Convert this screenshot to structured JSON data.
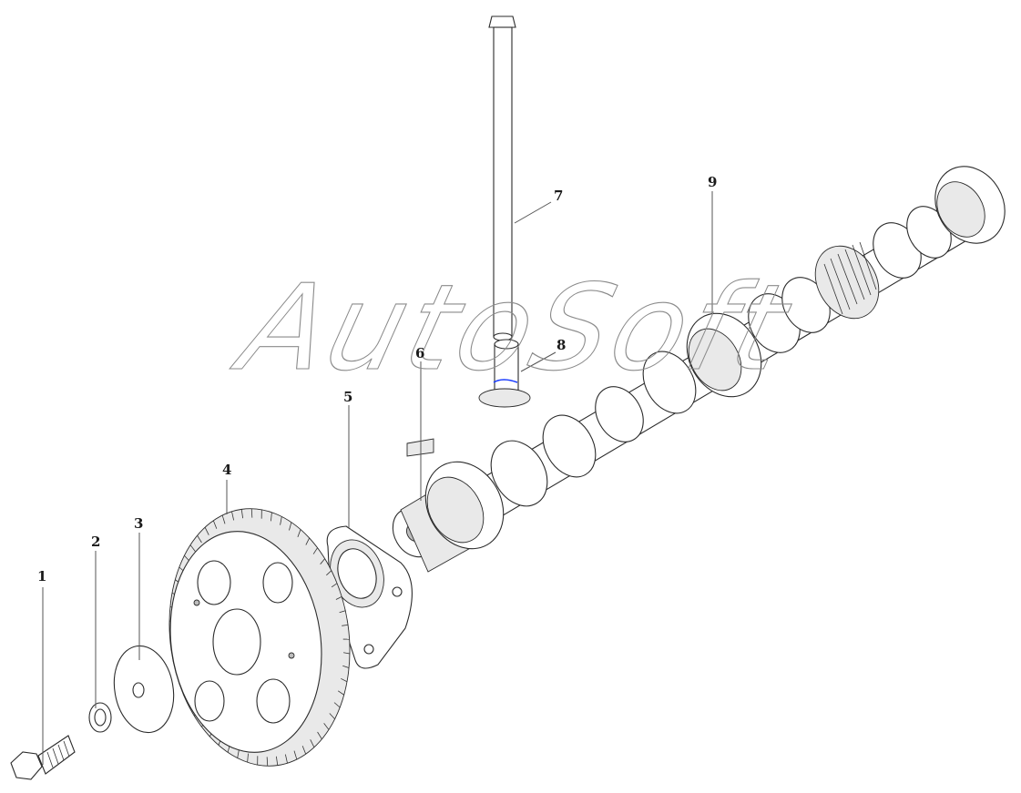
{
  "watermark": {
    "text": "AutoSoft"
  },
  "callouts": [
    {
      "id": "1",
      "label": "1"
    },
    {
      "id": "2",
      "label": "2"
    },
    {
      "id": "3",
      "label": "3"
    },
    {
      "id": "4",
      "label": "4"
    },
    {
      "id": "5",
      "label": "5"
    },
    {
      "id": "6",
      "label": "6"
    },
    {
      "id": "7",
      "label": "7"
    },
    {
      "id": "8",
      "label": "8"
    },
    {
      "id": "9",
      "label": "9"
    }
  ],
  "colors": {
    "line": "#2b2b2b",
    "background": "#ffffff",
    "accent": "#1a3cff"
  }
}
